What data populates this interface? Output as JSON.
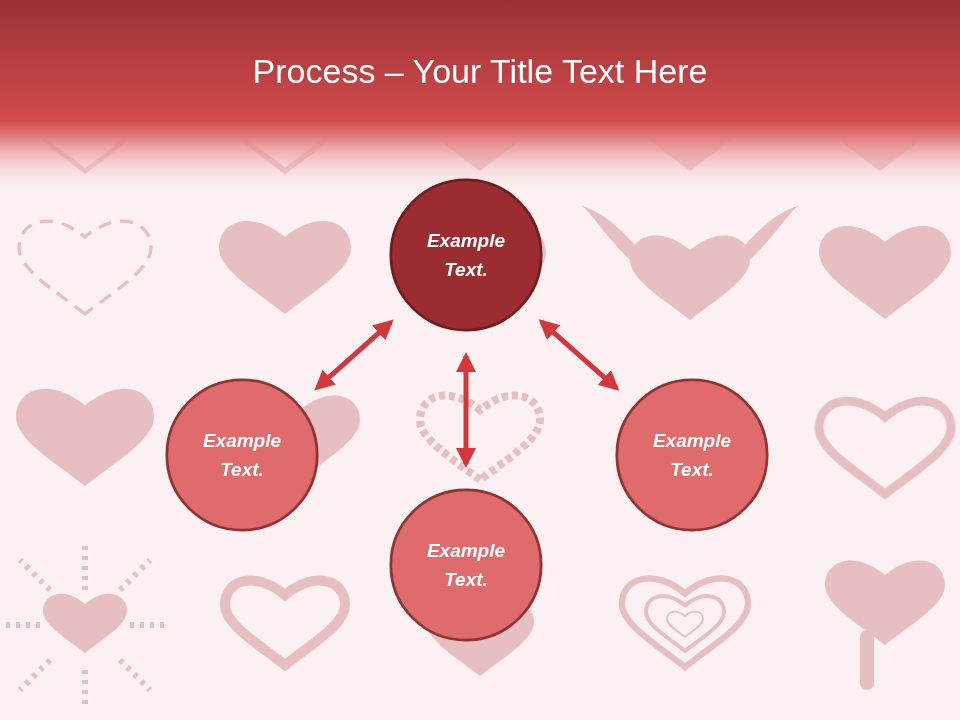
{
  "diagram": {
    "title": "Process – Your Title Text Here",
    "nodes": [
      {
        "text": [
          "Example Text."
        ]
      },
      {
        "text": [
          "Example Text."
        ]
      },
      {
        "text": [
          "Example Text."
        ]
      },
      {
        "text": [
          "Example Text."
        ]
      }
    ],
    "edges": [
      {
        "from": 0,
        "to": 1,
        "arrow": "both"
      },
      {
        "from": 0,
        "to": 2,
        "arrow": "both"
      },
      {
        "from": 0,
        "to": 3,
        "arrow": "both"
      }
    ]
  }
}
